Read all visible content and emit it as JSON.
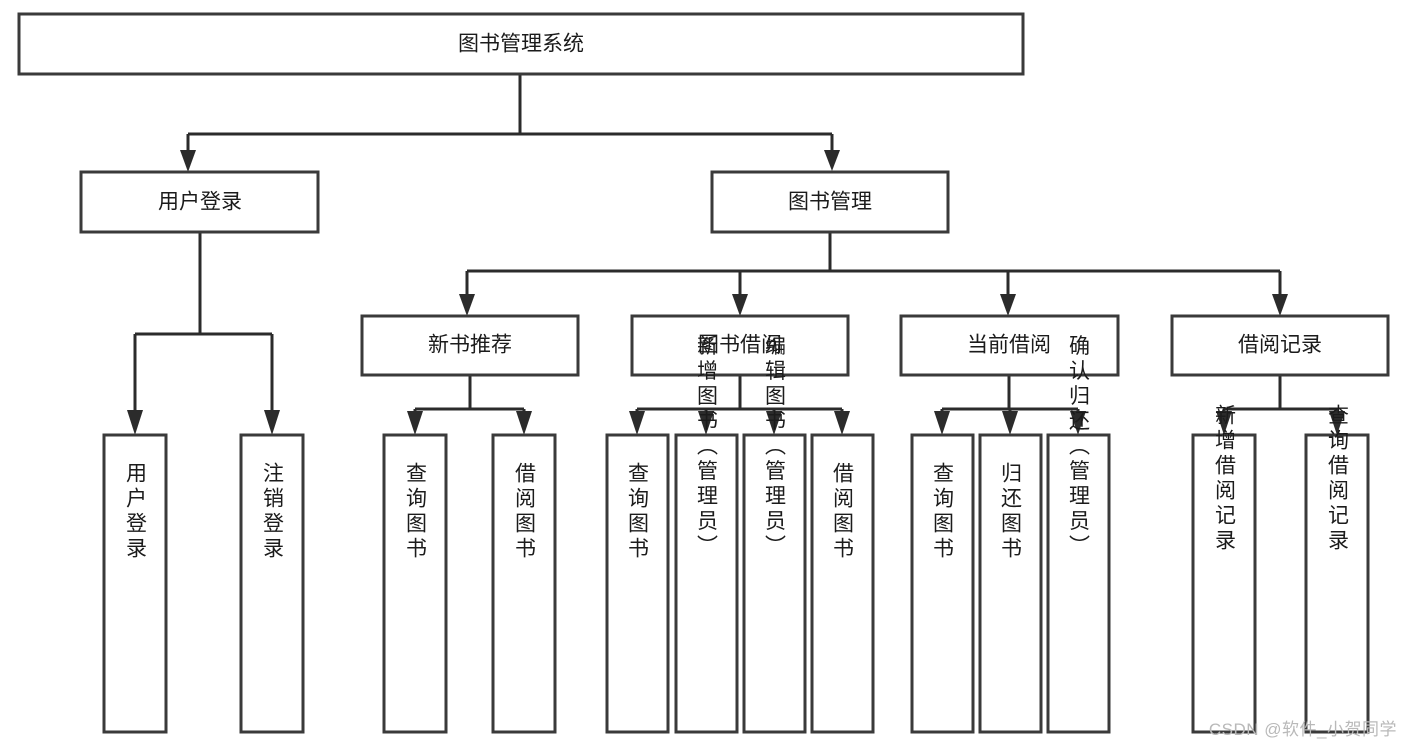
{
  "diagram": {
    "type": "tree-hierarchy",
    "title": "图书管理系统",
    "watermark": "CSDN @软件_小贺同学",
    "colors": {
      "box_stroke": "#3a3a3a",
      "connector": "#2b2b2b",
      "background": "#ffffff",
      "text": "#1b1b1b",
      "watermark_text": "#b9b9b9"
    },
    "levels": {
      "root": {
        "label": "图书管理系统",
        "orientation": "horizontal"
      },
      "level2": [
        {
          "label": "用户登录",
          "orientation": "horizontal"
        },
        {
          "label": "图书管理",
          "orientation": "horizontal"
        }
      ],
      "level3": [
        {
          "label": "新书推荐",
          "orientation": "horizontal"
        },
        {
          "label": "图书借阅",
          "orientation": "horizontal"
        },
        {
          "label": "当前借阅",
          "orientation": "horizontal"
        },
        {
          "label": "借阅记录",
          "orientation": "horizontal"
        }
      ],
      "leaves": [
        {
          "label": "用户登录",
          "parent": "用户登录",
          "orientation": "vertical"
        },
        {
          "label": "注销登录",
          "parent": "用户登录",
          "orientation": "vertical"
        },
        {
          "label": "查询图书",
          "parent": "新书推荐",
          "orientation": "vertical"
        },
        {
          "label": "借阅图书",
          "parent": "新书推荐",
          "orientation": "vertical"
        },
        {
          "label": "查询图书",
          "parent": "图书借阅",
          "orientation": "vertical"
        },
        {
          "label": "新增图书（管理员）",
          "parent": "图书借阅",
          "orientation": "vertical"
        },
        {
          "label": "编辑图书（管理员）",
          "parent": "图书借阅",
          "orientation": "vertical"
        },
        {
          "label": "借阅图书",
          "parent": "图书借阅",
          "orientation": "vertical"
        },
        {
          "label": "查询图书",
          "parent": "当前借阅",
          "orientation": "vertical"
        },
        {
          "label": "归还图书",
          "parent": "当前借阅",
          "orientation": "vertical"
        },
        {
          "label": "确认归还（管理员）",
          "parent": "当前借阅",
          "orientation": "vertical"
        },
        {
          "label": "新增借阅记录",
          "parent": "借阅记录",
          "orientation": "vertical"
        },
        {
          "label": "查询借阅记录",
          "parent": "借阅记录",
          "orientation": "vertical"
        }
      ]
    }
  }
}
